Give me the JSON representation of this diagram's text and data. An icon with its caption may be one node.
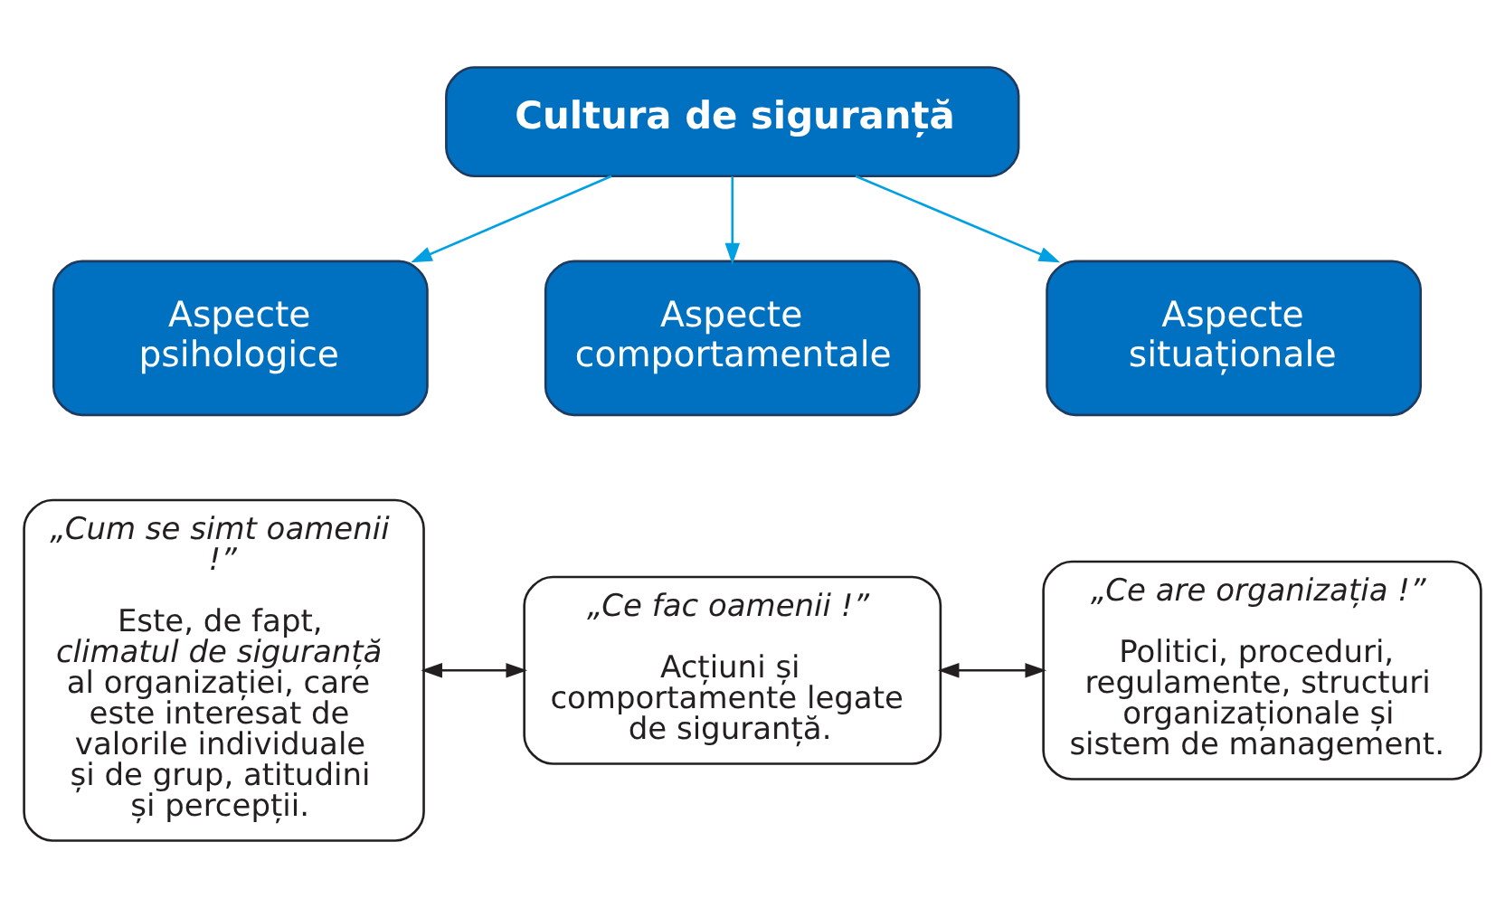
{
  "diagram": {
    "nodes": [
      {
        "text": [
          "Cultura de siguranță"
        ]
      },
      {
        "text": [
          "Aspecte psihologice"
        ]
      },
      {
        "text": [
          "Aspecte comportamentale"
        ]
      },
      {
        "text": [
          "Aspecte situaționale"
        ]
      },
      {
        "text": [
          "„Cum se simt oamenii !”",
          "Este, de fapt, *climatul de siguranță* al organizației, care este interesat de valorile individuale și de grup, atitudini și percepții."
        ]
      },
      {
        "text": [
          "„Ce fac oamenii !”",
          "Acțiuni și comportamente legate de siguranță."
        ]
      },
      {
        "text": [
          "„Ce are organizația !”",
          "Politici, proceduri, regulamente, structuri organizaționale și sistem de management."
        ]
      }
    ],
    "edges": [
      {
        "from": 0,
        "to": 1,
        "arrow": "to"
      },
      {
        "from": 0,
        "to": 2,
        "arrow": "to"
      },
      {
        "from": 0,
        "to": 3,
        "arrow": "to"
      },
      {
        "from": 4,
        "to": 5,
        "arrow": "both",
        "color": "#231f20"
      },
      {
        "from": 5,
        "to": 6,
        "arrow": "both",
        "color": "#231f20"
      }
    ]
  }
}
